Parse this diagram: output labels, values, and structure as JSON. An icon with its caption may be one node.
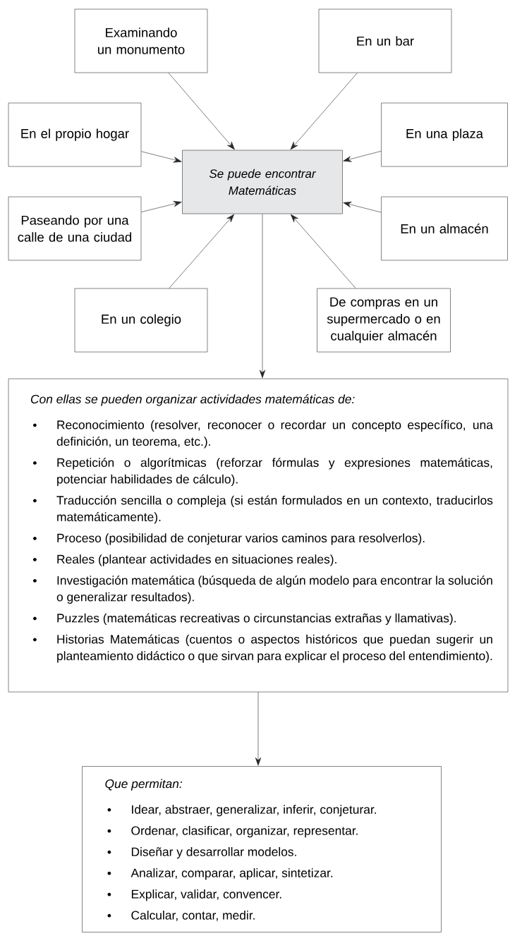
{
  "diagram": {
    "nodes": [
      {
        "text": [
          "Examinando un monumento"
        ]
      },
      {
        "text": [
          "En un bar"
        ]
      },
      {
        "text": [
          "En el propio hogar"
        ]
      },
      {
        "text": [
          "Se puede encontrar Matemáticas"
        ]
      },
      {
        "text": [
          "En una plaza"
        ]
      },
      {
        "text": [
          "Paseando por una calle de una ciudad"
        ]
      },
      {
        "text": [
          "En un almacén"
        ]
      },
      {
        "text": [
          "En un colegio"
        ]
      },
      {
        "text": [
          "De compras en un supermercado o en cualquier almacén"
        ]
      },
      {
        "text": [
          "Con ellas se pueden organizar actividades matemáticas de:",
          "Reconocimiento (resolver, reconocer o recordar un concepto específico, una definición, un teorema, etc.).",
          "Repetición o algorítmicas (reforzar fórmulas y expresiones matemáticas, potenciar habilidades de cálculo).",
          "Traducción sencilla o compleja (si están formulados en un contexto, traducirlos matemáticamente).",
          "Proceso (posibilidad de conjeturar varios caminos para resolverlos).",
          "Reales (plantear actividades en situaciones reales).",
          "Investigación matemática (búsqueda de algún modelo para encontrar la solución o generalizar resultados).",
          "Puzzles (matemáticas recreativas o circunstancias extrañas y llamativas).",
          "Historias Matemáticas (cuentos o aspectos históricos que puedan sugerir un planteamiento didáctico o que sirvan para explicar el proceso del entendimiento)."
        ]
      },
      {
        "text": [
          "Que permitan:",
          "Idear, abstraer, generalizar, inferir, conjeturar.",
          "Ordenar, clasificar, organizar, representar.",
          "Diseñar y desarrollar modelos.",
          "Analizar, comparar, aplicar, sintetizar.",
          "Explicar, validar, convencer.",
          "Calcular, contar, medir."
        ]
      }
    ],
    "edges": [
      {
        "from": 0,
        "to": 3,
        "arrow": "to"
      },
      {
        "from": 1,
        "to": 3,
        "arrow": "to"
      },
      {
        "from": 2,
        "to": 3,
        "arrow": "to"
      },
      {
        "from": 4,
        "to": 3,
        "arrow": "to"
      },
      {
        "from": 5,
        "to": 3,
        "arrow": "to"
      },
      {
        "from": 6,
        "to": 3,
        "arrow": "to"
      },
      {
        "from": 7,
        "to": 3,
        "arrow": "to"
      },
      {
        "from": 8,
        "to": 3,
        "arrow": "to"
      },
      {
        "from": 3,
        "to": 9,
        "arrow": "to"
      },
      {
        "from": 9,
        "to": 10,
        "arrow": "to"
      }
    ]
  }
}
